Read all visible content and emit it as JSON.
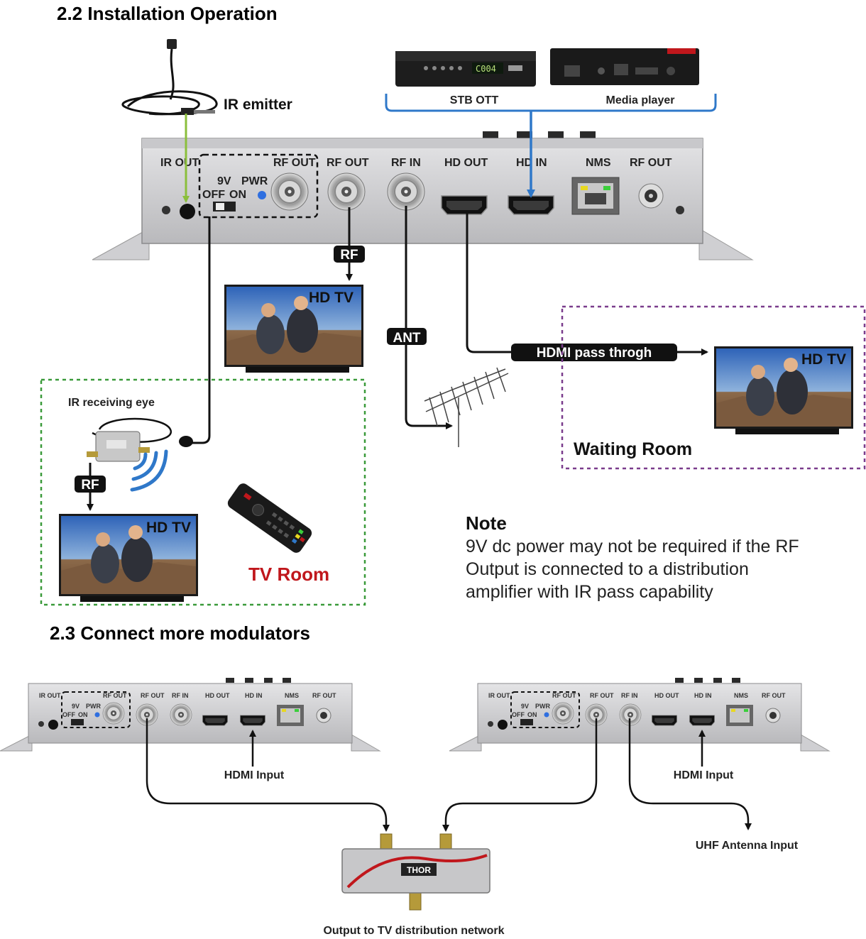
{
  "sections": {
    "installation_title": "2.2 Installation Operation",
    "connect_title": "2.3 Connect more modulators"
  },
  "devices": {
    "stb_label": "STB OTT",
    "media_label": "Media player",
    "stb_display": "C004",
    "ir_emitter": "IR emitter",
    "ir_eye": "IR receiving eye"
  },
  "panel_ports": {
    "ir_out": "IR OUT",
    "rf_out_dashed": "RF OUT",
    "nine_v": "9V",
    "pwr": "PWR",
    "off": "OFF",
    "on": "ON",
    "rf_out_1": "RF OUT",
    "rf_in": "RF IN",
    "hd_out": "HD OUT",
    "hd_in": "HD IN",
    "nms": "NMS",
    "rf_out_2": "RF OUT"
  },
  "small_panel_ports": {
    "ir_out": "IR OUT",
    "rf_out_dashed": "RF OUT",
    "nine_v": "9V",
    "pwr": "PWR",
    "off": "OFF",
    "on": "ON",
    "rf_out_1": "RF OUT",
    "rf_in": "RF IN",
    "hd_out": "HD OUT",
    "hd_in": "HD IN",
    "nms": "NMS",
    "rf_out_2": "RF OUT"
  },
  "tags": {
    "rf_a": "RF",
    "rf_b": "RF",
    "ant": "ANT",
    "hdmi_pass": "HDMI pass throgh"
  },
  "tvs": {
    "tv1": "HD TV",
    "tv2": "HD TV",
    "tv3": "HD TV"
  },
  "rooms": {
    "tv_room": "TV Room",
    "waiting_room": "Waiting Room"
  },
  "note": {
    "title": "Note",
    "line1": "9V dc power may not be required if the RF",
    "line2": "Output is connected to a distribution",
    "line3": "amplifier with IR pass capability"
  },
  "bottom": {
    "hdmi_input_left": "HDMI Input",
    "hdmi_input_right": "HDMI Input",
    "uhf": "UHF Antenna Input",
    "output": "Output to TV distribution network"
  },
  "colors": {
    "ir_line": "#8bbf3c",
    "hdmi_line": "#2f78c9",
    "tv_room_border": "#3a9a3a",
    "waiting_border": "#7a3c8c",
    "tv_room_text": "#c0171c",
    "panel": "#d2d2d4"
  }
}
